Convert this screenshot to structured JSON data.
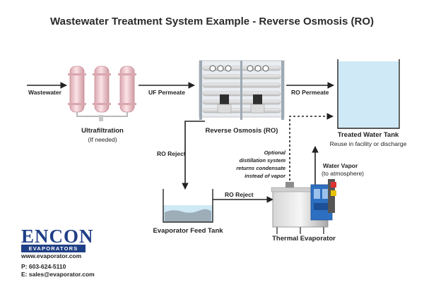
{
  "title": "Wastewater Treatment System Example - Reverse Osmosis (RO)",
  "flows": {
    "wastewater": "Wastewater",
    "uf_permeate": "UF Permeate",
    "ro_permeate": "RO Permeate",
    "ro_reject_down": "RO Reject",
    "ro_reject_feed": "RO Reject"
  },
  "units": {
    "ultrafiltration": {
      "name": "Ultrafiltration",
      "sub": "(If needed)"
    },
    "reverse_osmosis": {
      "name": "Reverse Osmosis (RO)"
    },
    "treated_tank": {
      "name": "Treated Water Tank",
      "sub": "Reuse in facility or discharge"
    },
    "feed_tank": {
      "name": "Evaporator Feed Tank"
    },
    "evaporator": {
      "name": "Thermal Evaporator"
    }
  },
  "vapor": {
    "label": "Water Vapor",
    "sub": "(to atmosphere)"
  },
  "optional_note": [
    "Optional",
    "distillation system",
    "returns condensate",
    "instead of vapor"
  ],
  "company": {
    "logo_text": "ENCON",
    "logo_sub": "EVAPORATORS",
    "website": "www.evaporator.com",
    "phone": "P: 603-624-5110",
    "email": "E: sales@evaporator.com"
  },
  "colors": {
    "brand": "#1f3f86",
    "water": "#cfe9f6",
    "membrane": "#efc6cc",
    "evaporator_blue": "#2d6fc1",
    "arrow": "#222222"
  }
}
